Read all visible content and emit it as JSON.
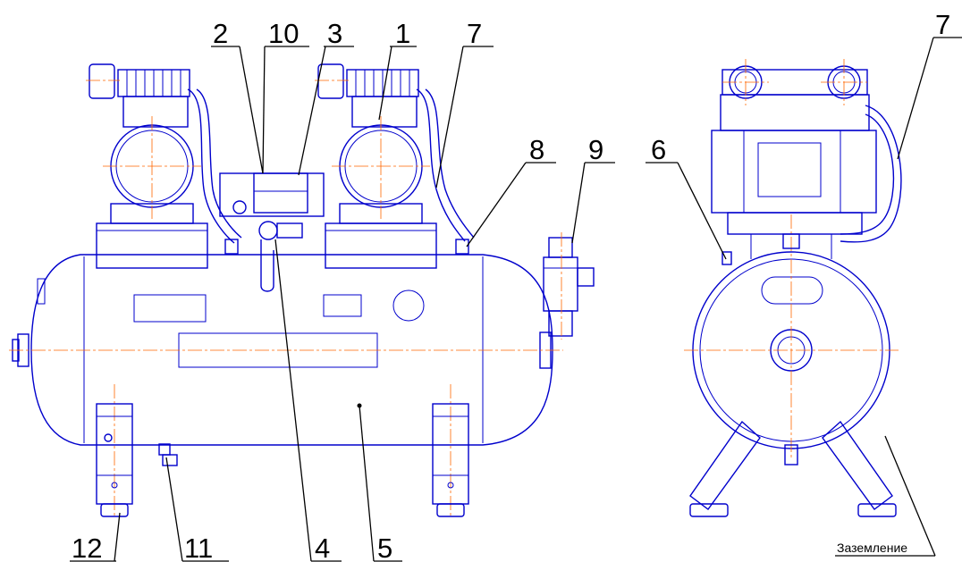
{
  "callouts": {
    "c1": "1",
    "c2": "2",
    "c3": "3",
    "c4": "4",
    "c5": "5",
    "c6": "6",
    "c7a": "7",
    "c7b": "7",
    "c8": "8",
    "c9": "9",
    "c10": "10",
    "c11": "11",
    "c12": "12",
    "grounding": "Заземление"
  },
  "colors": {
    "outline": "#0000cc",
    "centerline": "#ff6600",
    "leader": "#000000"
  }
}
